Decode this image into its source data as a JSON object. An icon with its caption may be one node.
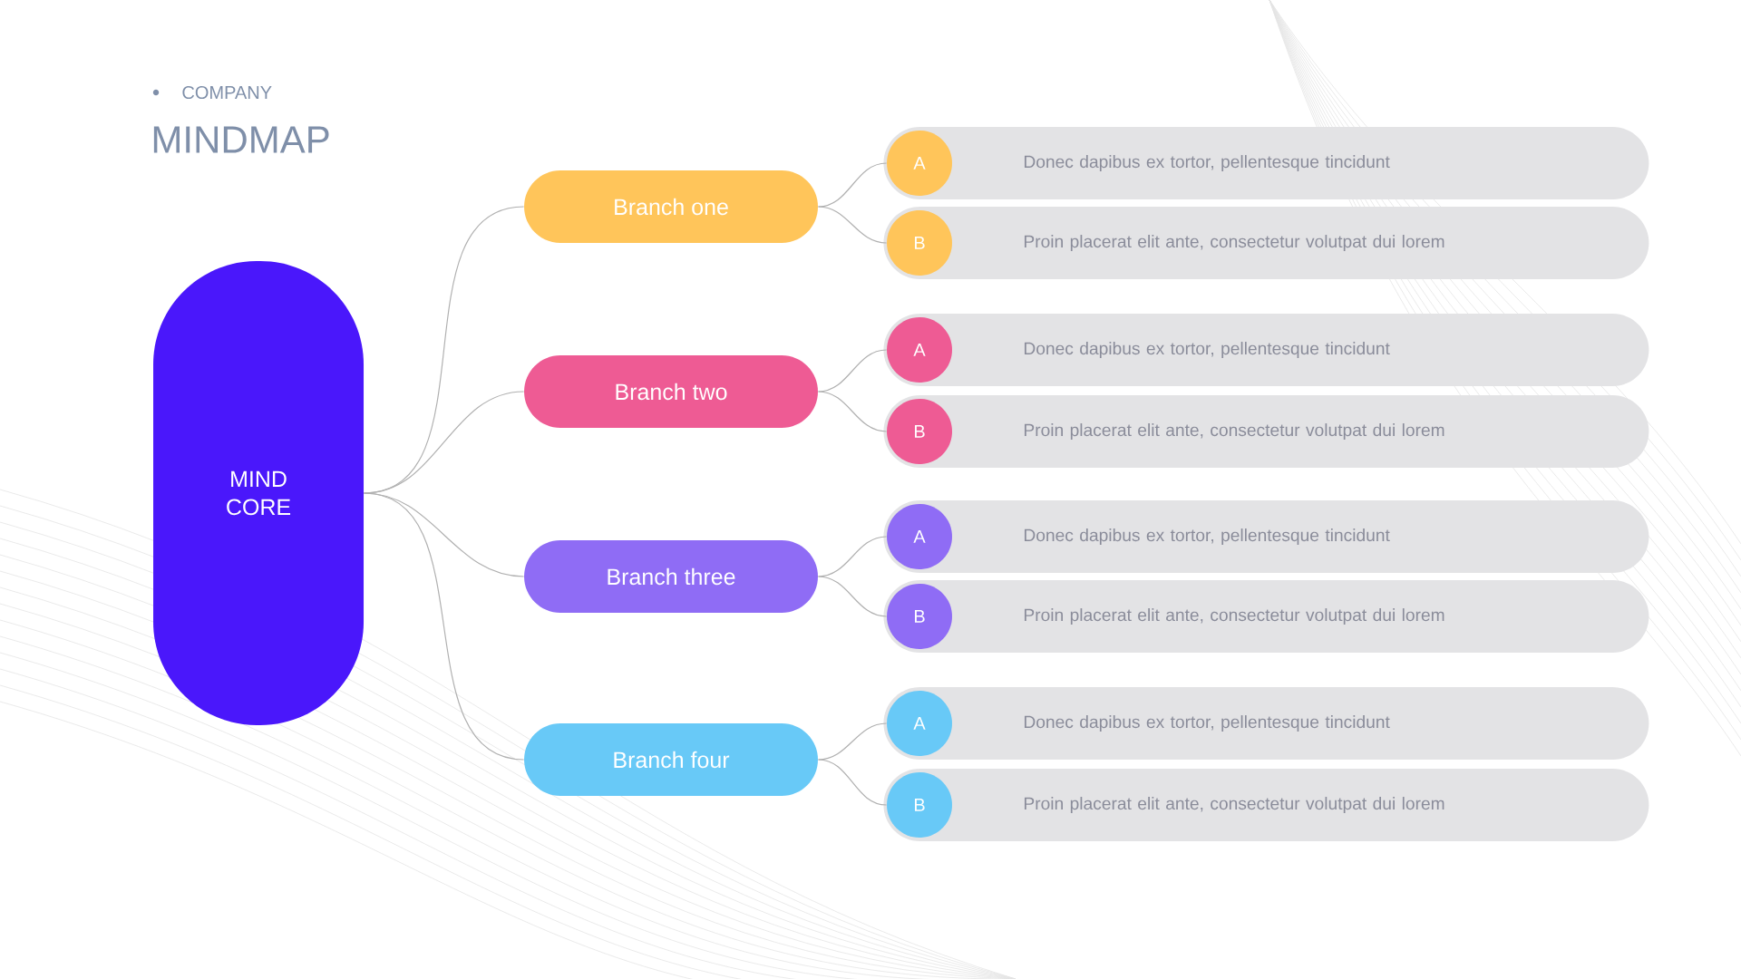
{
  "diagram": {
    "title": "MINDMAP",
    "nodes": [
      {
        "text": [
          "MIND CORE"
        ]
      },
      {
        "text": [
          "Branch one"
        ]
      },
      {
        "text": [
          "Branch two"
        ]
      },
      {
        "text": [
          "Branch three"
        ]
      },
      {
        "text": [
          "Branch four"
        ]
      },
      {
        "text": [
          "Donec dapibus ex tortor, pellentesque tincidunt"
        ]
      },
      {
        "text": [
          "A"
        ],
        "in": 5
      },
      {
        "text": [
          "Proin placerat elit ante, consectetur volutpat dui lorem"
        ]
      },
      {
        "text": [
          "B"
        ],
        "in": 7
      },
      {
        "text": [
          "Donec dapibus ex tortor, pellentesque tincidunt"
        ]
      },
      {
        "text": [
          "A"
        ],
        "in": 9
      },
      {
        "text": [
          "Proin placerat elit ante, consectetur volutpat dui lorem"
        ]
      },
      {
        "text": [
          "B"
        ],
        "in": 11
      },
      {
        "text": [
          "Donec dapibus ex tortor, pellentesque tincidunt"
        ]
      },
      {
        "text": [
          "A"
        ],
        "in": 13
      },
      {
        "text": [
          "Proin placerat elit ante, consectetur volutpat dui lorem"
        ]
      },
      {
        "text": [
          "B"
        ],
        "in": 15
      },
      {
        "text": [
          "Donec dapibus ex tortor, pellentesque tincidunt"
        ]
      },
      {
        "text": [
          "A"
        ],
        "in": 17
      },
      {
        "text": [
          "Proin placerat elit ante, consectetur volutpat dui lorem"
        ]
      },
      {
        "text": [
          "B"
        ],
        "in": 19
      }
    ],
    "edges": [
      {
        "from": 0,
        "to": 1,
        "arrow": "none"
      },
      {
        "from": 0,
        "to": 2,
        "arrow": "none"
      },
      {
        "from": 0,
        "to": 3,
        "arrow": "none"
      },
      {
        "from": 0,
        "to": 4,
        "arrow": "none"
      },
      {
        "from": 1,
        "to": 6,
        "arrow": "none"
      },
      {
        "from": 1,
        "to": 8,
        "arrow": "none"
      },
      {
        "from": 2,
        "to": 10,
        "arrow": "none"
      },
      {
        "from": 2,
        "to": 12,
        "arrow": "none"
      },
      {
        "from": 3,
        "to": 14,
        "arrow": "none"
      },
      {
        "from": 3,
        "to": 16,
        "arrow": "none"
      },
      {
        "from": 4,
        "to": 18,
        "arrow": "none"
      },
      {
        "from": 4,
        "to": 20,
        "arrow": "none"
      }
    ],
    "labels": [
      "COMPANY"
    ]
  }
}
